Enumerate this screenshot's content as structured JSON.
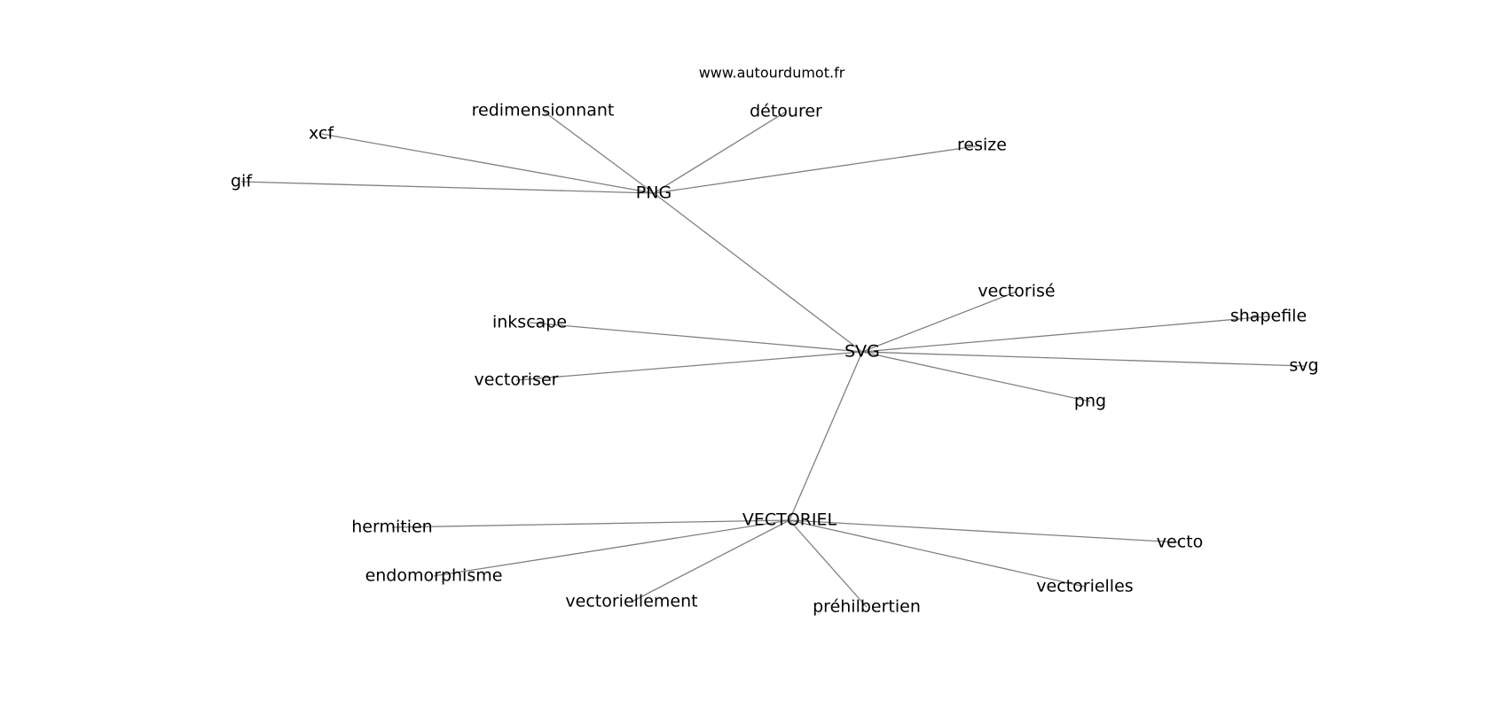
{
  "source": "www.autourdumot.fr",
  "nodes": [
    {
      "id": "png_hub",
      "label": "PNG"
    },
    {
      "id": "svg_hub",
      "label": "SVG"
    },
    {
      "id": "vectoriel_hub",
      "label": "VECTORIEL"
    },
    {
      "id": "redimensionnant",
      "label": "redimensionnant"
    },
    {
      "id": "detourer",
      "label": "détourer"
    },
    {
      "id": "xcf",
      "label": "xcf"
    },
    {
      "id": "resize",
      "label": "resize"
    },
    {
      "id": "gif",
      "label": "gif"
    },
    {
      "id": "vectorise",
      "label": "vectorisé"
    },
    {
      "id": "shapefile",
      "label": "shapefile"
    },
    {
      "id": "inkscape",
      "label": "inkscape"
    },
    {
      "id": "svg_lower",
      "label": "svg"
    },
    {
      "id": "vectoriser",
      "label": "vectoriser"
    },
    {
      "id": "png_lower",
      "label": "png"
    },
    {
      "id": "hermitien",
      "label": "hermitien"
    },
    {
      "id": "vecto",
      "label": "vecto"
    },
    {
      "id": "endomorphisme",
      "label": "endomorphisme"
    },
    {
      "id": "vectorielles",
      "label": "vectorielles"
    },
    {
      "id": "vectoriellement",
      "label": "vectoriellement"
    },
    {
      "id": "prehilbertien",
      "label": "préhilbertien"
    }
  ],
  "edges": [
    [
      "png_hub",
      "redimensionnant"
    ],
    [
      "png_hub",
      "detourer"
    ],
    [
      "png_hub",
      "xcf"
    ],
    [
      "png_hub",
      "resize"
    ],
    [
      "png_hub",
      "gif"
    ],
    [
      "png_hub",
      "svg_hub"
    ],
    [
      "svg_hub",
      "vectorise"
    ],
    [
      "svg_hub",
      "shapefile"
    ],
    [
      "svg_hub",
      "inkscape"
    ],
    [
      "svg_hub",
      "svg_lower"
    ],
    [
      "svg_hub",
      "vectoriser"
    ],
    [
      "svg_hub",
      "png_lower"
    ],
    [
      "svg_hub",
      "vectoriel_hub"
    ],
    [
      "vectoriel_hub",
      "hermitien"
    ],
    [
      "vectoriel_hub",
      "vecto"
    ],
    [
      "vectoriel_hub",
      "endomorphisme"
    ],
    [
      "vectoriel_hub",
      "vectorielles"
    ],
    [
      "vectoriel_hub",
      "vectoriellement"
    ],
    [
      "vectoriel_hub",
      "prehilbertien"
    ]
  ]
}
